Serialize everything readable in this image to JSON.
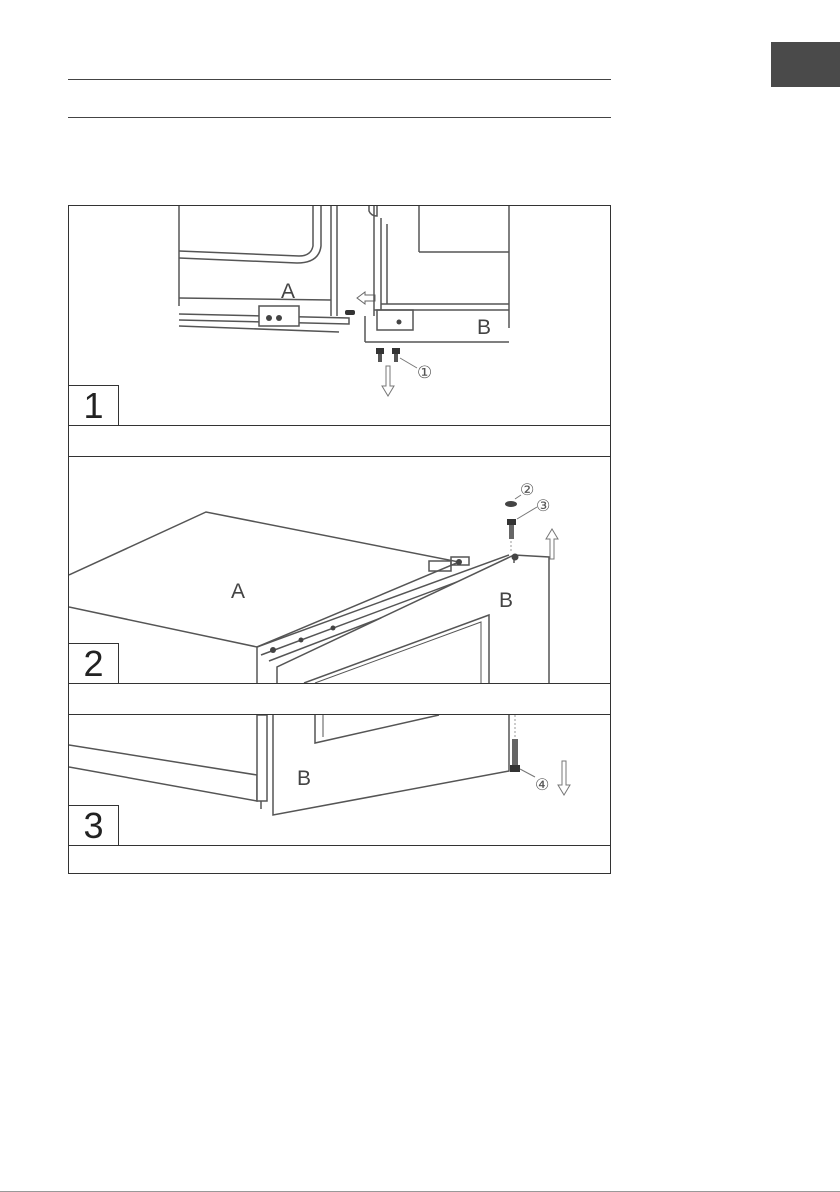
{
  "page": {
    "header_rules": 2,
    "language_tab_color": "#4a4a4a"
  },
  "figure": {
    "steps": [
      {
        "number": "1",
        "labels": {
          "part_a": "A",
          "part_b": "B",
          "callout_1": "①"
        },
        "caption": ""
      },
      {
        "number": "2",
        "labels": {
          "part_a": "A",
          "part_b": "B",
          "callout_2": "②",
          "callout_3": "③"
        },
        "caption": ""
      },
      {
        "number": "3",
        "labels": {
          "part_b": "B",
          "callout_4": "④"
        },
        "caption": ""
      }
    ]
  }
}
